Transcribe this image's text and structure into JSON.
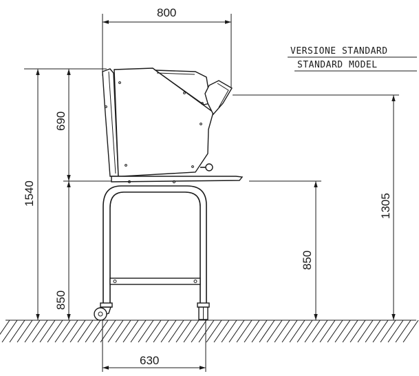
{
  "title": {
    "line1": "VERSIONE STANDARD",
    "line2": "STANDARD MODEL"
  },
  "dimensions": {
    "overall_width": "800",
    "base_width": "630",
    "total_height": "1540",
    "upper_height": "690",
    "lower_height_left": "850",
    "table_height": "850",
    "outlet_height": "1305"
  }
}
